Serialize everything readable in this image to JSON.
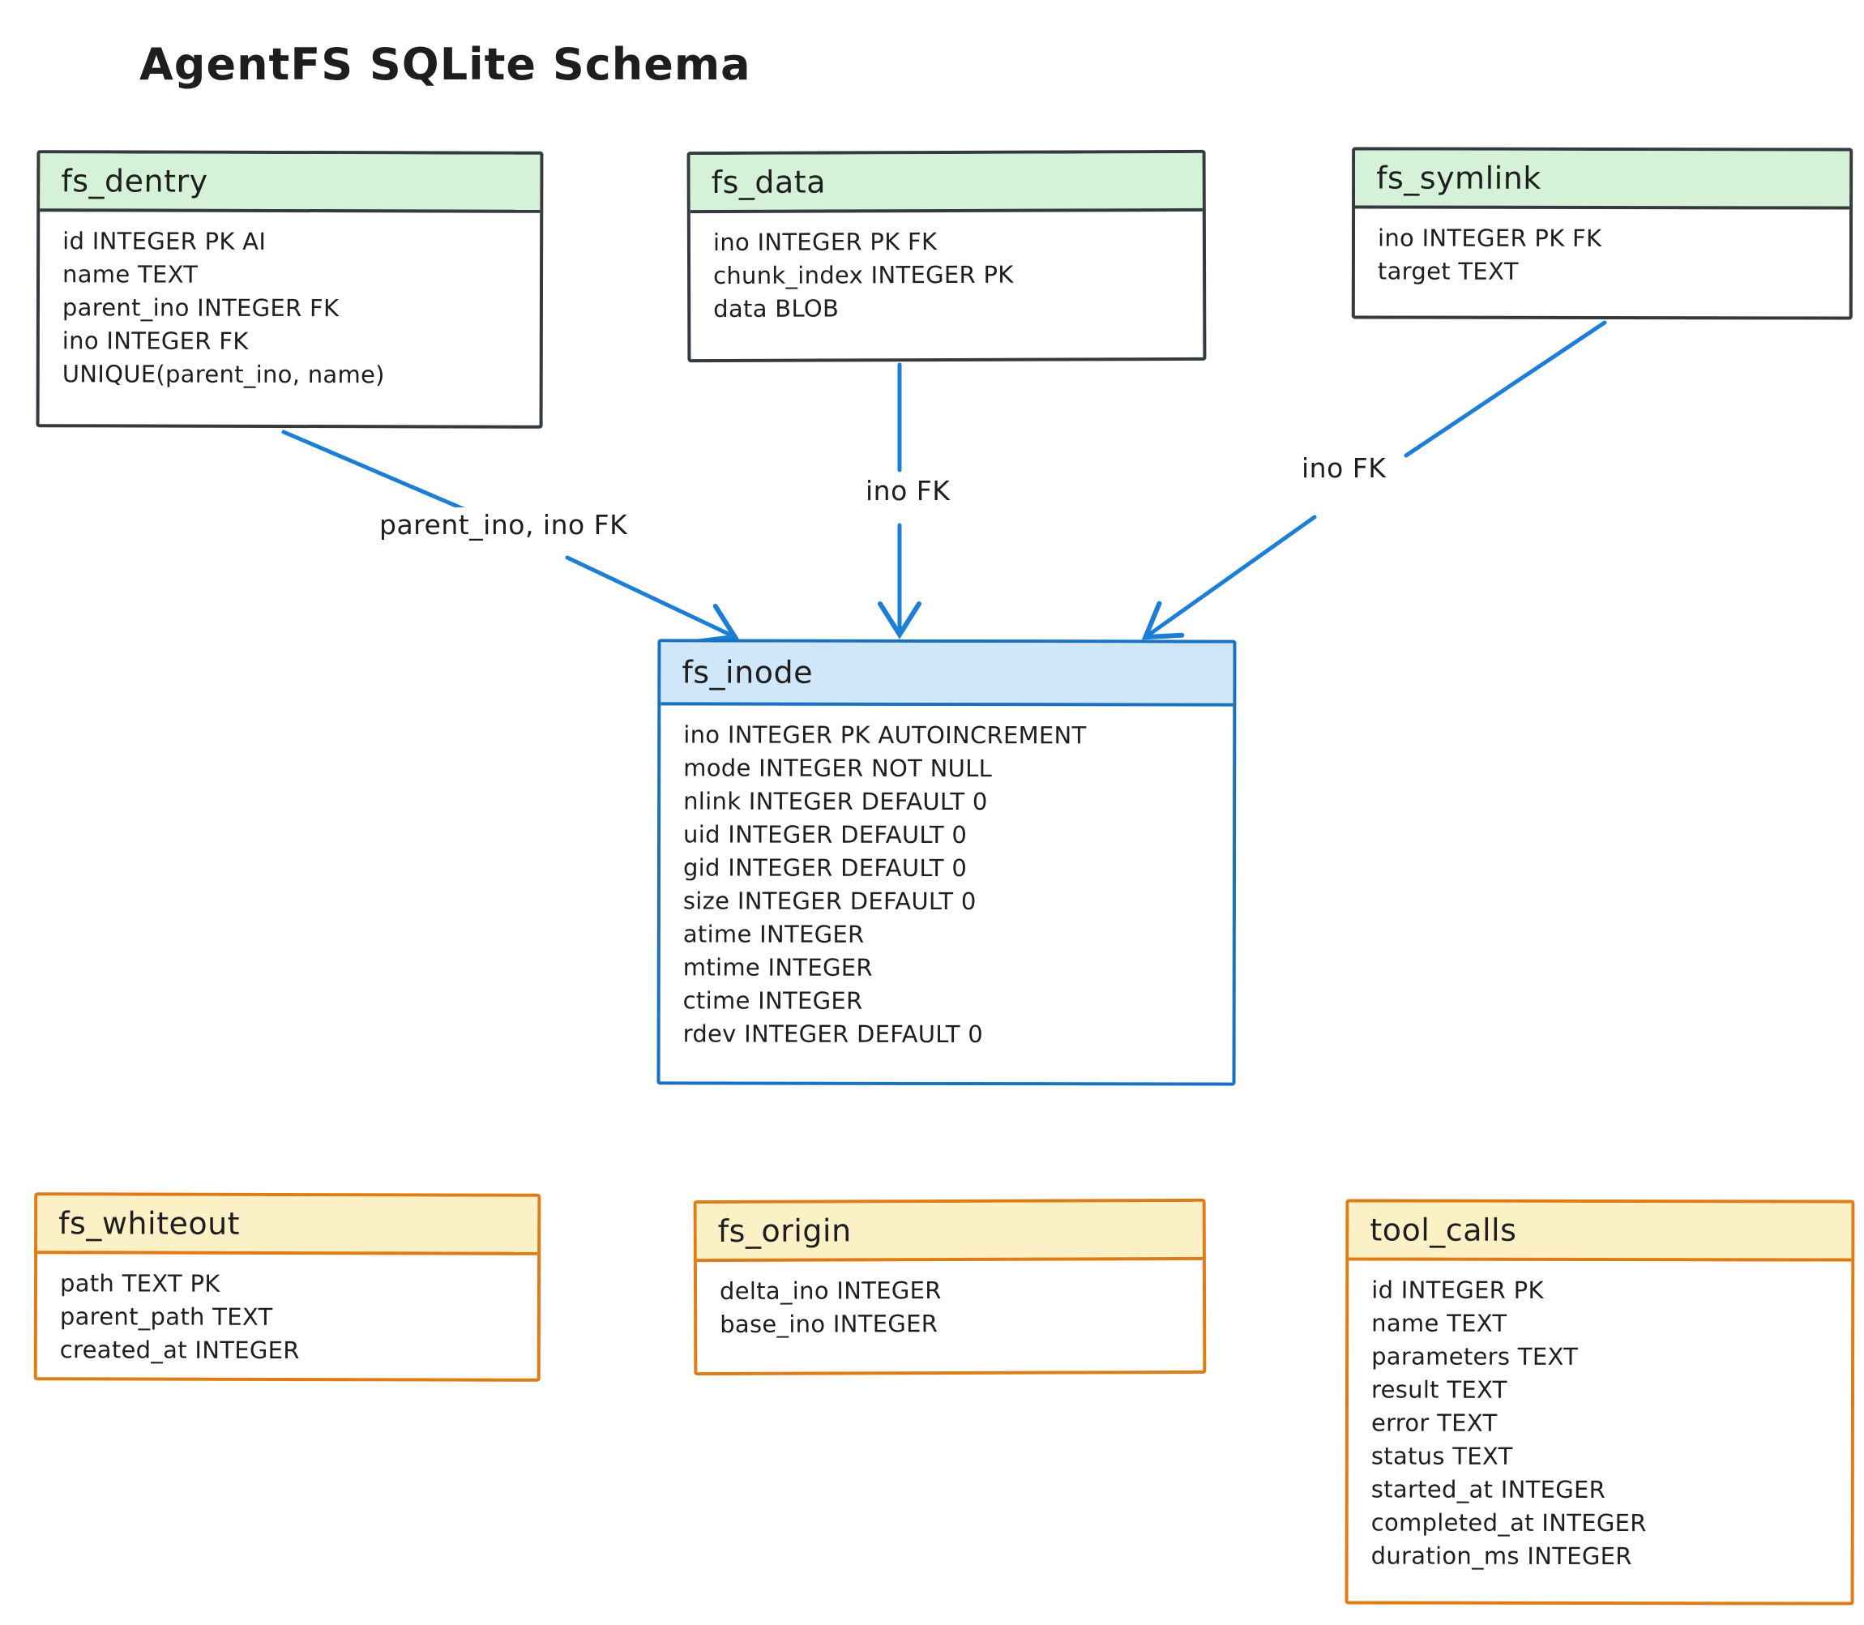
{
  "title": "AgentFS SQLite Schema",
  "colors": {
    "green_header": "#d5f2d9",
    "blue_header": "#cfe7f8",
    "yellow_header": "#fbf0c6",
    "dark_border": "#343a40",
    "blue_border": "#1971c2",
    "orange_border": "#e07c16",
    "arrow": "#1c7ed6",
    "text": "#1e1e1e"
  },
  "tables": {
    "fs_dentry": {
      "name": "fs_dentry",
      "fields": [
        "id INTEGER PK AI",
        "name TEXT",
        "parent_ino INTEGER FK",
        "ino INTEGER FK",
        "UNIQUE(parent_ino, name)"
      ]
    },
    "fs_data": {
      "name": "fs_data",
      "fields": [
        "ino INTEGER PK FK",
        "chunk_index INTEGER PK",
        "data BLOB"
      ]
    },
    "fs_symlink": {
      "name": "fs_symlink",
      "fields": [
        "ino INTEGER PK FK",
        "target TEXT"
      ]
    },
    "fs_inode": {
      "name": "fs_inode",
      "fields": [
        "ino INTEGER PK AUTOINCREMENT",
        "mode INTEGER NOT NULL",
        "nlink INTEGER DEFAULT 0",
        "uid INTEGER DEFAULT 0",
        "gid INTEGER DEFAULT 0",
        "size INTEGER DEFAULT 0",
        "atime INTEGER",
        "mtime INTEGER",
        "ctime INTEGER",
        "rdev INTEGER DEFAULT 0"
      ]
    },
    "fs_whiteout": {
      "name": "fs_whiteout",
      "fields": [
        "path TEXT PK",
        "parent_path TEXT",
        "created_at INTEGER"
      ]
    },
    "fs_origin": {
      "name": "fs_origin",
      "fields": [
        "delta_ino INTEGER",
        "base_ino INTEGER"
      ]
    },
    "tool_calls": {
      "name": "tool_calls",
      "fields": [
        "id INTEGER PK",
        "name TEXT",
        "parameters TEXT",
        "result TEXT",
        "error TEXT",
        "status TEXT",
        "started_at INTEGER",
        "completed_at INTEGER",
        "duration_ms INTEGER"
      ]
    }
  },
  "relationships": [
    {
      "from": "fs_dentry",
      "to": "fs_inode",
      "label": "parent_ino, ino FK"
    },
    {
      "from": "fs_data",
      "to": "fs_inode",
      "label": "ino FK"
    },
    {
      "from": "fs_symlink",
      "to": "fs_inode",
      "label": "ino FK"
    }
  ]
}
